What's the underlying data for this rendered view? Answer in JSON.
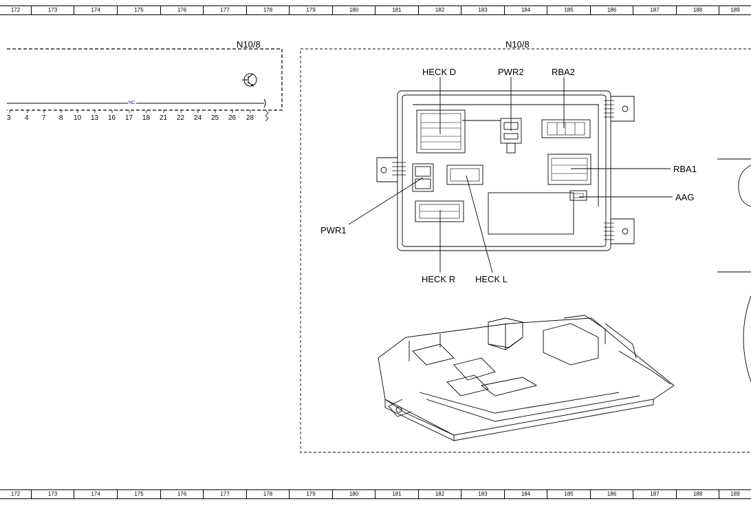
{
  "ruler": {
    "columns": [
      "172",
      "173",
      "174",
      "175",
      "176",
      "177",
      "178",
      "179",
      "180",
      "181",
      "182",
      "183",
      "184",
      "185",
      "186",
      "187",
      "188",
      "189"
    ]
  },
  "left_box": {
    "component_id": "N10/8",
    "nc_label": "NC",
    "pins": [
      "3",
      "4",
      "7",
      "8",
      "10",
      "13",
      "16",
      "17",
      "18",
      "21",
      "22",
      "24",
      "25",
      "26",
      "28"
    ],
    "symbol_icon": "transistor-symbol-icon"
  },
  "right_box": {
    "component_id": "N10/8",
    "connectors": {
      "heck_d": "HECK D",
      "pwr2": "PWR2",
      "rba2": "RBA2",
      "rba1": "RBA1",
      "aag": "AAG",
      "pwr1": "PWR1",
      "heck_r": "HECK R",
      "heck_l": "HECK L"
    }
  },
  "colors": {
    "line": "#000000",
    "nc_text": "#1a1ad0",
    "background": "#ffffff"
  }
}
